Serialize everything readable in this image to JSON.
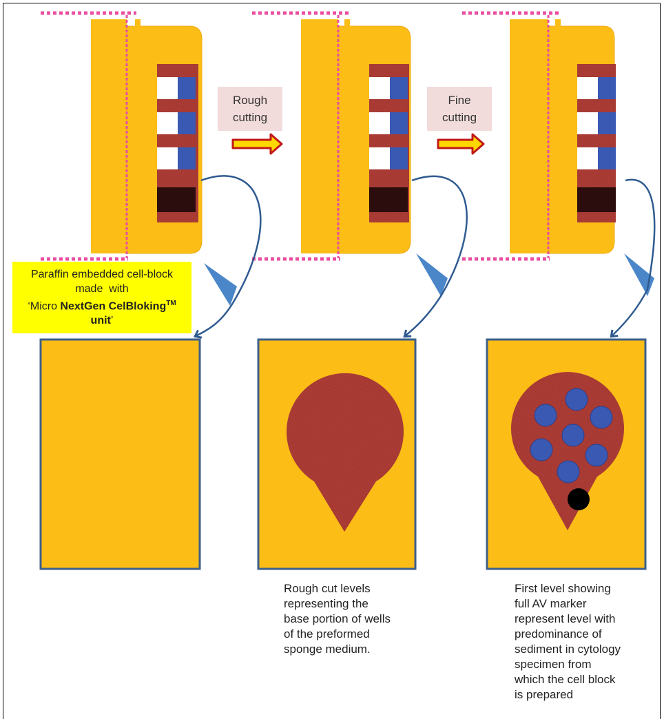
{
  "colors": {
    "paraffin": "#fbbd16",
    "paraffin_edge": "#f0aa10",
    "sponge": "#b5433c",
    "well_white": "#ffffff",
    "well_blue": "#3a59b3",
    "dark_well": "#2a0d0c",
    "dotted_line": "#e94fa0",
    "section_border": "#3d5f8a",
    "curved_arrow": "#2f5a90",
    "wedge": "#4a86c8",
    "step_box": "#f2dcdb",
    "step_arrow_fill": "#ffd800",
    "step_arrow_stroke": "#c01818",
    "marker": "#000000"
  },
  "steps": [
    {
      "label_line1": "Rough",
      "label_line2": "cutting"
    },
    {
      "label_line1": "Fine",
      "label_line2": "cutting"
    }
  ],
  "captions": {
    "block": {
      "line1": "Paraffin embedded cell-block",
      "line2": "made  with",
      "line3_prefix": "‘Micro ",
      "line3_bold": "NextGen CelBloking",
      "line3_sup": "TM",
      "line4_bold": "unit",
      "line4_suffix": "’"
    },
    "rough": [
      "Rough cut levels",
      "representing the",
      "base portion of wells",
      "of the preformed",
      "sponge medium."
    ],
    "fine": [
      "First level showing",
      "full AV marker",
      "represent level with",
      "predominance of",
      "sediment in cytology",
      "specimen from",
      "which the cell block",
      "is prepared"
    ]
  }
}
